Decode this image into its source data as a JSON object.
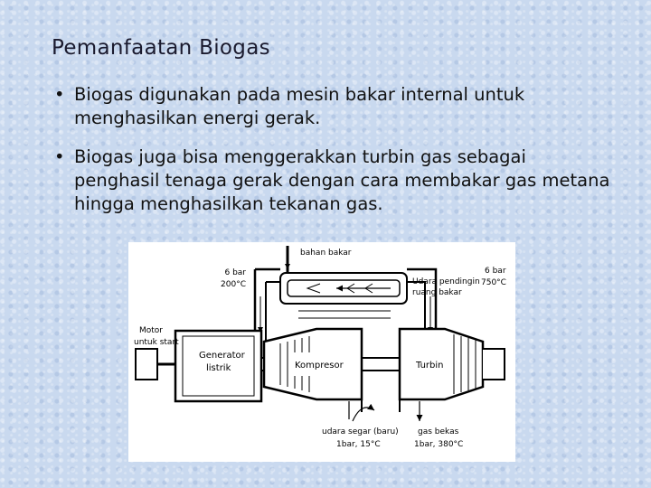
{
  "slide": {
    "title": "Pemanfaatan Biogas",
    "bullets": [
      {
        "mark": "•",
        "text": "Biogas digunakan pada mesin bakar internal untuk menghasilkan energi gerak."
      },
      {
        "mark": "•",
        "text": "Biogas juga bisa menggerakkan turbin gas sebagai penghasil tenaga gerak dengan cara membakar gas metana hingga menghasilkan tekanan gas."
      }
    ]
  },
  "diagram": {
    "fuel_label": "bahan bakar",
    "left_pressure": "6 bar",
    "left_temp": "200°C",
    "right_pressure": "6 bar",
    "right_temp": "750°C",
    "cooling_line1": "Udara pendingin",
    "cooling_line2": "ruang bakar",
    "motor_line1": "Motor",
    "motor_line2": "untuk start",
    "generator_line1": "Generator",
    "generator_line2": "listrik",
    "compressor_label": "Kompresor",
    "turbine_label": "Turbin",
    "inlet_line1": "udara segar (baru)",
    "inlet_line2": "1bar, 15°C",
    "exhaust_line1": "gas bekas",
    "exhaust_line2": "1bar, 380°C"
  }
}
